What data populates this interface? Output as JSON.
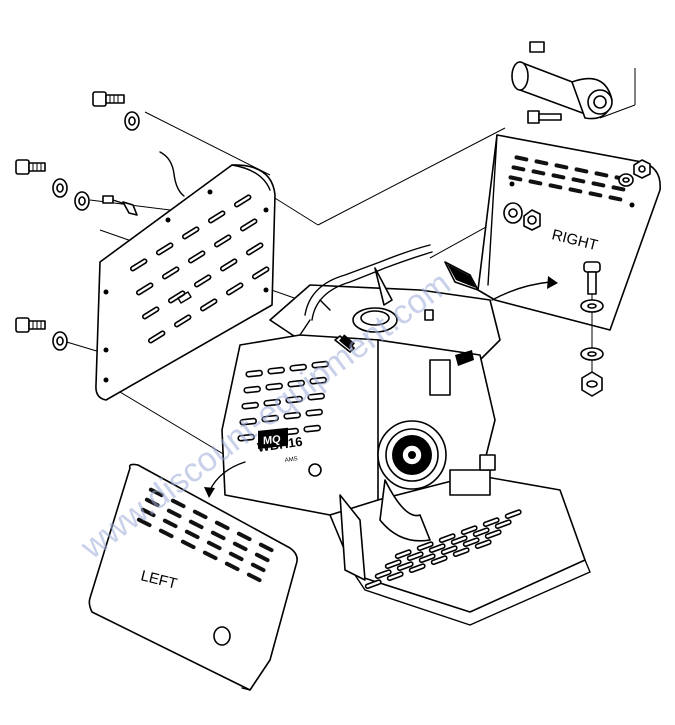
{
  "panels": {
    "left_label": "LEFT",
    "right_label": "RIGHT"
  },
  "machine": {
    "model_badge": "WBH16",
    "model_suffix": "AMS",
    "logo_text": "MQ"
  },
  "watermark": {
    "text": "www.discount-equipment.com",
    "color": "#9da9d9"
  },
  "icons": [
    "bolt-icon",
    "washer-icon",
    "nut-icon",
    "arrow-icon"
  ]
}
